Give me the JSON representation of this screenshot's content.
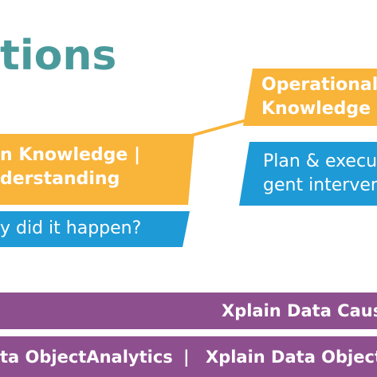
{
  "title": "tions",
  "colors": {
    "teal_title": "#4a9a9c",
    "orange": "#f9b43a",
    "blue": "#1e9ad6",
    "purple": "#8e4f8f",
    "text": "#ffffff"
  },
  "left_panel": {
    "knowledge_line1": "n Knowledge |",
    "knowledge_line2": "derstanding",
    "question": "y did it happen?"
  },
  "right_panel": {
    "operational_line1": "Operationali",
    "operational_line2": "Knowledge",
    "plan_line1": "Plan & execu",
    "plan_line2": "gent interven"
  },
  "bars": {
    "causal": "Xplain Data Causa",
    "object_analytics": "ta ObjectAnalytics",
    "separator": "|",
    "object_right": "Xplain Data Object"
  }
}
